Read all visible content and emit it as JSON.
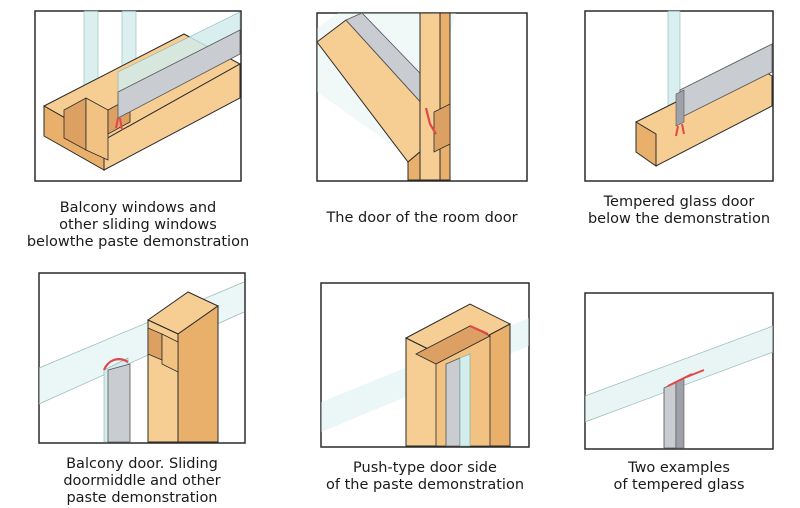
{
  "panels": [
    {
      "caption": [
        "Balcony windows and",
        "other sliding windows",
        "belowthe paste demonstration"
      ]
    },
    {
      "caption": [
        "The door of the room door"
      ]
    },
    {
      "caption": [
        "Tempered glass door",
        "below the demonstration"
      ]
    },
    {
      "caption": [
        "Balcony door. Sliding",
        "doormiddle and other",
        "paste demonstration"
      ]
    },
    {
      "caption": [
        "Push-type door side",
        "of the paste demonstration"
      ]
    },
    {
      "caption": [
        "Two examples",
        "of tempered glass"
      ]
    }
  ],
  "colors": {
    "wood": "#f6cd92",
    "wood_dark": "#e9b06c",
    "wood_shade": "#dca062",
    "outline": "#2b2b2b",
    "glass": "#d3ecec",
    "strip": "#c9ccd1",
    "seal": "#e2474a"
  }
}
